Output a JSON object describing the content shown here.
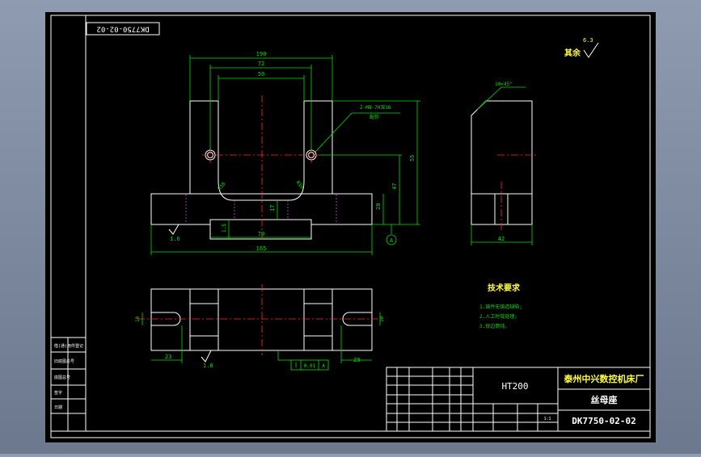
{
  "drawing_code_rotated": "DK7750-02-02",
  "surface_finish": {
    "label": "其余",
    "value": "6.3"
  },
  "dims_front": {
    "d190": "190",
    "d72": "72",
    "d50": "50",
    "hole_callout_1": "2-M8-7H深16",
    "hole_callout_2": "配作",
    "r10_left": "R10",
    "r10_right": "R10",
    "d55": "55",
    "d47": "47",
    "d20": "20",
    "d17": "17",
    "d165": "165",
    "d70": "70",
    "d1_5_a": "1.5",
    "d1_6_a": "1.6",
    "datum_a": "A"
  },
  "dims_side": {
    "chamfer": "10×45°",
    "d42": "42"
  },
  "dims_top": {
    "d10_left": "10",
    "d10_right": "10",
    "d23_left": "23",
    "d23_right": "23",
    "d1_6_b": "1.6"
  },
  "tolerance": {
    "value": "0.01",
    "datum": "A"
  },
  "tech_req": {
    "title": "技术要求",
    "items": [
      "1.铸件无铸造缺陷;",
      "2.人工时效处理;",
      "3.锐边倒钝。"
    ]
  },
  "title_block": {
    "material": "HT200",
    "company": "泰州中兴数控机床厂",
    "part_name": "丝母座",
    "drawing_no": "DK7750-02-02",
    "scale": "1:1"
  },
  "left_strip_labels": [
    "借(通)用件登记",
    "旧底图总号",
    "底图总号",
    "签字",
    "日期"
  ]
}
